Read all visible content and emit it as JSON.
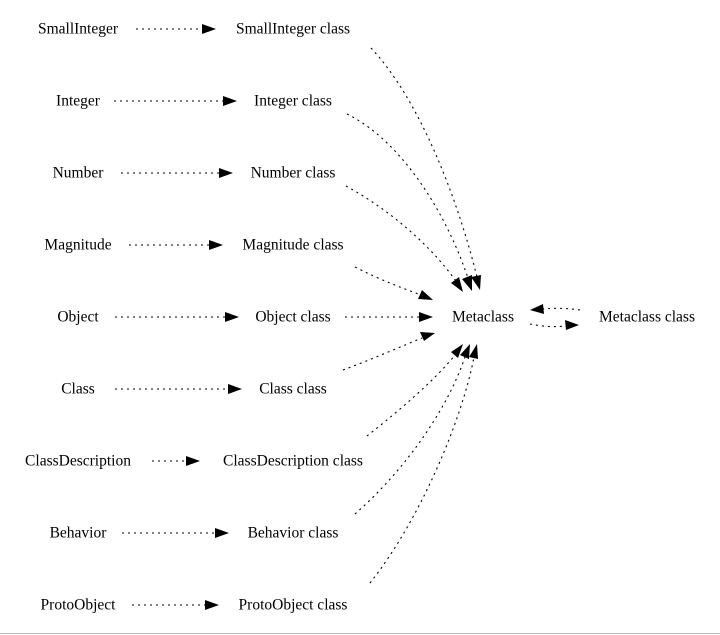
{
  "nodes": {
    "small_integer": "SmallInteger",
    "small_integer_class": "SmallInteger class",
    "integer": "Integer",
    "integer_class": "Integer class",
    "number": "Number",
    "number_class": "Number class",
    "magnitude": "Magnitude",
    "magnitude_class": "Magnitude class",
    "object": "Object",
    "object_class": "Object class",
    "class": "Class",
    "class_class": "Class class",
    "class_description": "ClassDescription",
    "class_description_class": "ClassDescription class",
    "behavior": "Behavior",
    "behavior_class": "Behavior class",
    "proto_object": "ProtoObject",
    "proto_object_class": "ProtoObject class",
    "metaclass": "Metaclass",
    "metaclass_class": "Metaclass class"
  },
  "edges": [
    {
      "from": "SmallInteger",
      "to": "SmallInteger class"
    },
    {
      "from": "Integer",
      "to": "Integer class"
    },
    {
      "from": "Number",
      "to": "Number class"
    },
    {
      "from": "Magnitude",
      "to": "Magnitude class"
    },
    {
      "from": "Object",
      "to": "Object class"
    },
    {
      "from": "Class",
      "to": "Class class"
    },
    {
      "from": "ClassDescription",
      "to": "ClassDescription class"
    },
    {
      "from": "Behavior",
      "to": "Behavior class"
    },
    {
      "from": "ProtoObject",
      "to": "ProtoObject class"
    },
    {
      "from": "SmallInteger class",
      "to": "Metaclass"
    },
    {
      "from": "Integer class",
      "to": "Metaclass"
    },
    {
      "from": "Number class",
      "to": "Metaclass"
    },
    {
      "from": "Magnitude class",
      "to": "Metaclass"
    },
    {
      "from": "Object class",
      "to": "Metaclass"
    },
    {
      "from": "Class class",
      "to": "Metaclass"
    },
    {
      "from": "ClassDescription class",
      "to": "Metaclass"
    },
    {
      "from": "Behavior class",
      "to": "Metaclass"
    },
    {
      "from": "ProtoObject class",
      "to": "Metaclass"
    },
    {
      "from": "Metaclass",
      "to": "Metaclass class"
    },
    {
      "from": "Metaclass class",
      "to": "Metaclass"
    }
  ]
}
